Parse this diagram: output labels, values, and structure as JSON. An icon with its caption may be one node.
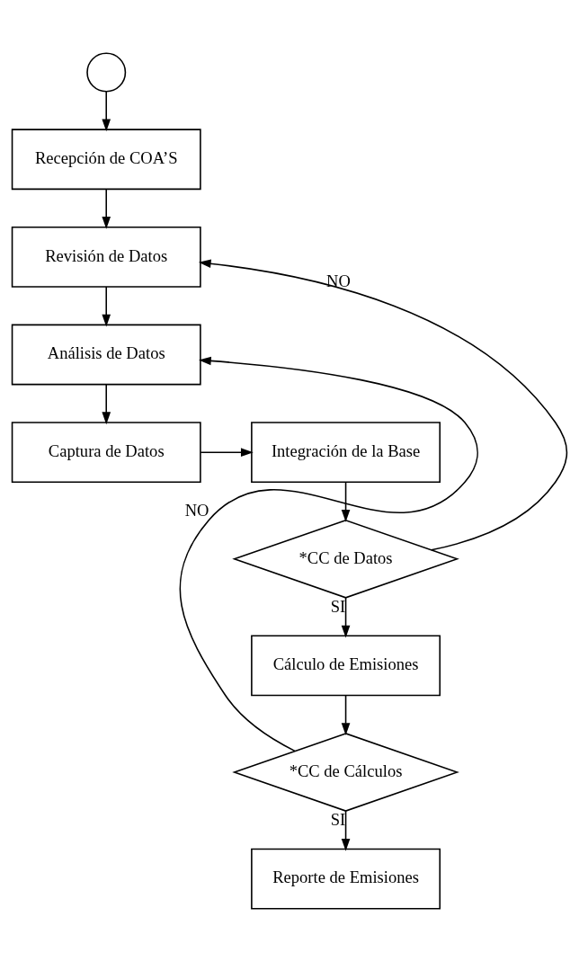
{
  "diagram": {
    "nodes": [
      {
        "text": [],
        "shape": "circle"
      },
      {
        "text": [
          "Recepción de COA’S"
        ]
      },
      {
        "text": [
          "Revisión de Datos"
        ]
      },
      {
        "text": [
          "Análisis de Datos"
        ]
      },
      {
        "text": [
          "Captura de Datos"
        ]
      },
      {
        "text": [
          "Integración de la Base"
        ]
      },
      {
        "text": [
          "*CC de Datos"
        ]
      },
      {
        "text": [
          "Cálculo de Emisiones"
        ]
      },
      {
        "text": [
          "*CC de Cálculos"
        ]
      },
      {
        "text": [
          "Reporte de Emisiones"
        ]
      }
    ],
    "edges": [
      {
        "from": 0,
        "to": 1,
        "arrow": "to"
      },
      {
        "from": 1,
        "to": 2,
        "arrow": "to"
      },
      {
        "from": 2,
        "to": 3,
        "arrow": "to"
      },
      {
        "from": 3,
        "to": 4,
        "arrow": "to"
      },
      {
        "from": 4,
        "to": 5,
        "arrow": "to"
      },
      {
        "from": 5,
        "to": 6,
        "arrow": "to"
      },
      {
        "from": 6,
        "to": 2,
        "arrow": "to",
        "label": "NO"
      },
      {
        "from": 6,
        "to": 7,
        "arrow": "to",
        "label": "SI"
      },
      {
        "from": 7,
        "to": 8,
        "arrow": "to"
      },
      {
        "from": 8,
        "to": 3,
        "arrow": "to",
        "label": "NO"
      },
      {
        "from": 8,
        "to": 9,
        "arrow": "to",
        "label": "SI"
      }
    ]
  }
}
